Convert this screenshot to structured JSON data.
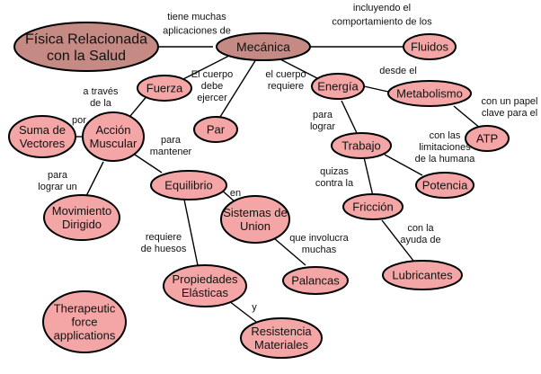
{
  "colors": {
    "node_fill": "#f4a6a6",
    "root_fill": "#c58a84",
    "stroke": "#000000",
    "edge": "#000000"
  },
  "nodes": {
    "fisica": [
      "Física Relacionada",
      "con la Salud"
    ],
    "mecanica": [
      "Mecánica"
    ],
    "fluidos": [
      "Fluidos"
    ],
    "fuerza": [
      "Fuerza"
    ],
    "energia": [
      "Energía"
    ],
    "metabolismo": [
      "Metabolismo"
    ],
    "atp": [
      "ATP"
    ],
    "suma": [
      "Suma de",
      "Vectores"
    ],
    "accion": [
      "Acción",
      "Muscular"
    ],
    "par": [
      "Par"
    ],
    "trabajo": [
      "Trabajo"
    ],
    "potencia": [
      "Potencia"
    ],
    "equilibrio": [
      "Equilibrio"
    ],
    "friccion": [
      "Fricción"
    ],
    "movimiento": [
      "Movimiento",
      "Dirigido"
    ],
    "sistemas": [
      "Sistemas de",
      "Union"
    ],
    "lubricantes": [
      "Lubricantes"
    ],
    "palancas": [
      "Palancas"
    ],
    "propiedades": [
      "Propiedades",
      "Elásticas"
    ],
    "therapeutic": [
      "Therapeutic",
      "force",
      "applications"
    ],
    "resistencia": [
      "Resistencia",
      "Materiales"
    ]
  },
  "labels": {
    "tiene": [
      "tiene muchas",
      "aplicaciones de"
    ],
    "incluyendo": [
      "incluyendo el",
      "comportamiento de los"
    ],
    "atraves": [
      "a través",
      "de la"
    ],
    "por": [
      "por"
    ],
    "cuerpo_debe": [
      "El cuerpo",
      "debe",
      "ejercer"
    ],
    "cuerpo_requiere": [
      "el cuerpo",
      "requiere"
    ],
    "desde": [
      "desde el"
    ],
    "papel": [
      "con un papel",
      "clave para el"
    ],
    "mantener": [
      "para",
      "mantener"
    ],
    "lograr": [
      "para",
      "lograr"
    ],
    "limitaciones": [
      "con las",
      "limitaciones",
      "de la humana"
    ],
    "lograr_un": [
      "para",
      "lograr un"
    ],
    "quizas": [
      "quizas",
      "contra la"
    ],
    "en": [
      "en"
    ],
    "ayuda": [
      "con la",
      "ayuda de"
    ],
    "requiere_huesos": [
      "requiere",
      "de huesos"
    ],
    "involucra": [
      "que involucra",
      "muchas"
    ],
    "y": [
      "y"
    ]
  }
}
